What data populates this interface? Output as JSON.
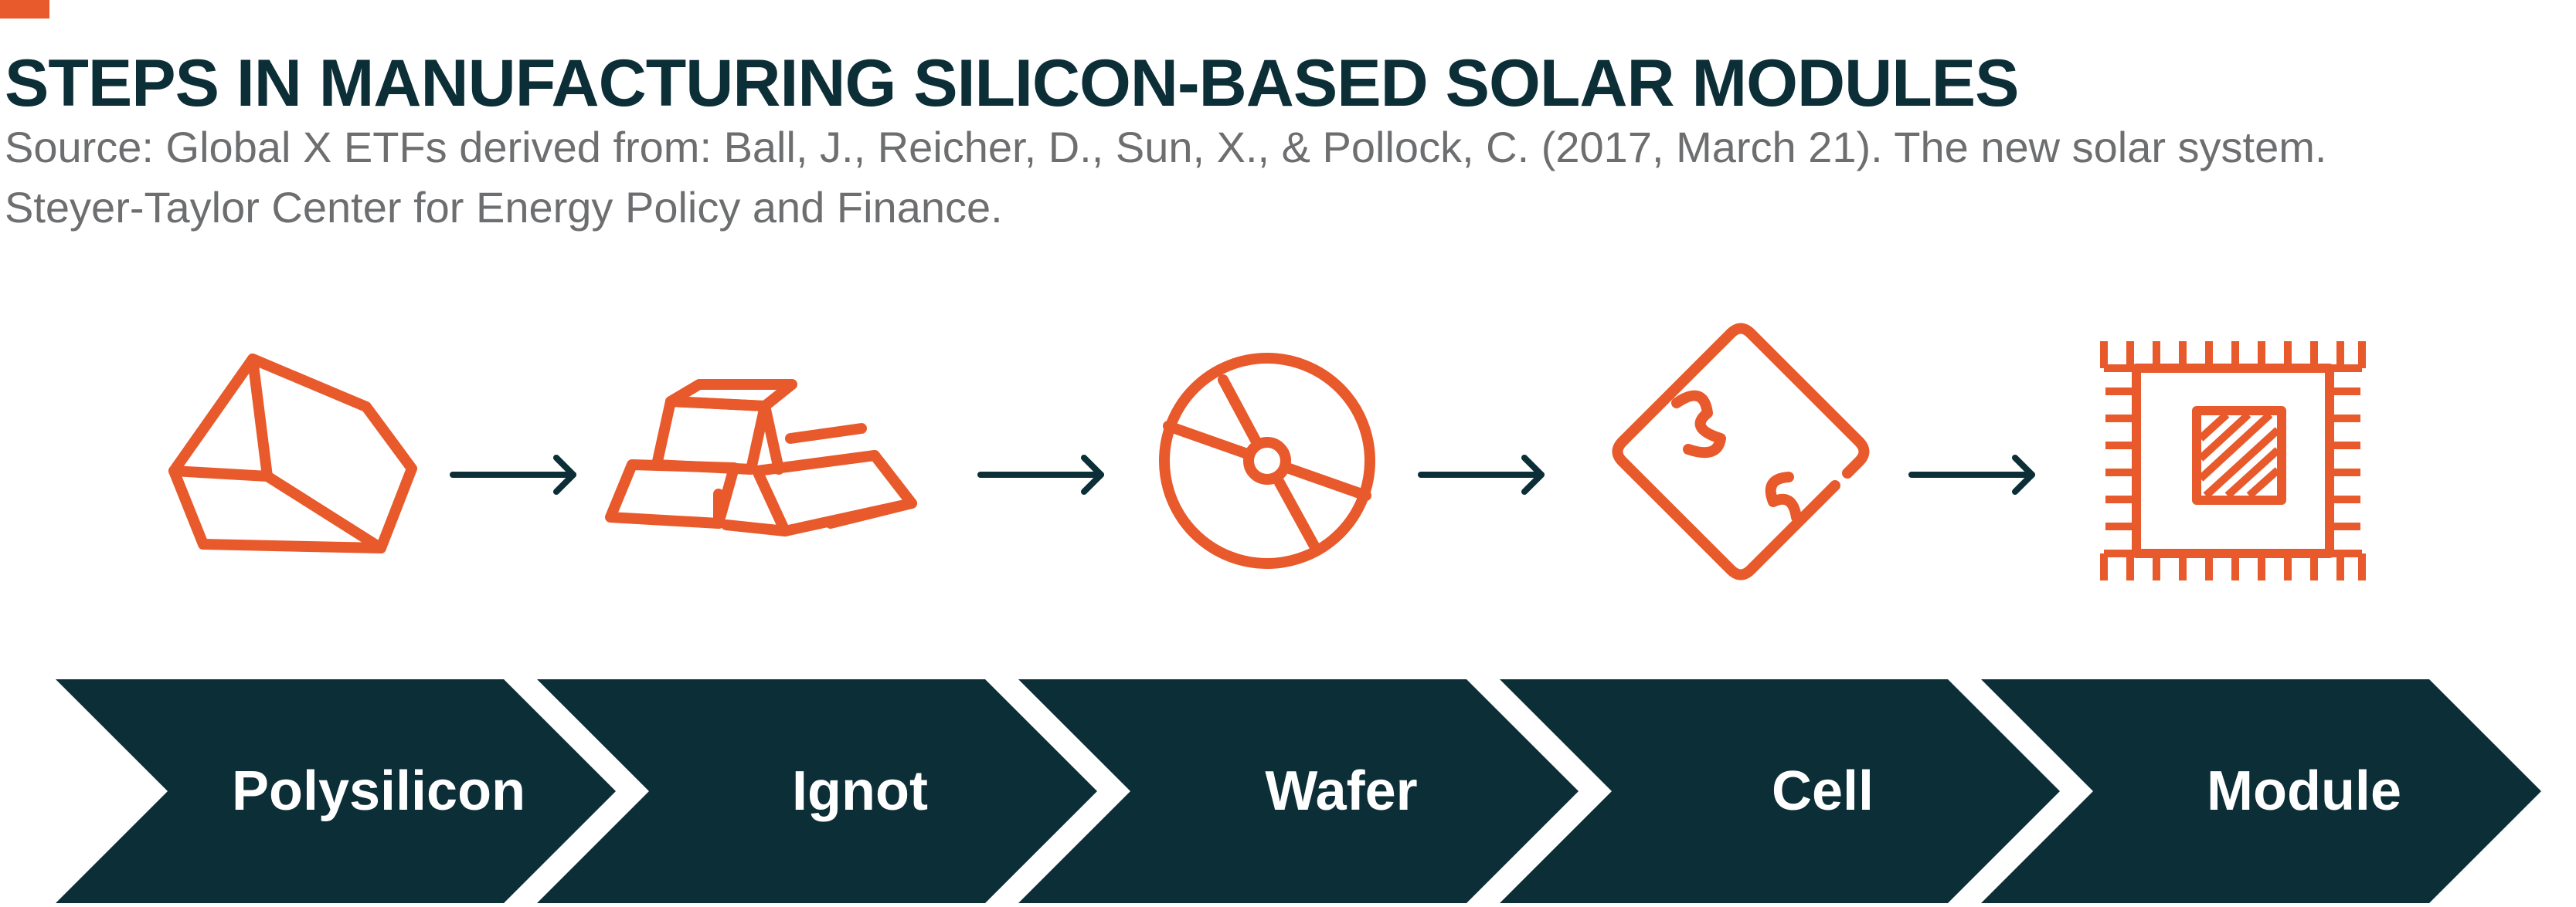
{
  "title": "STEPS IN MANUFACTURING SILICON-BASED SOLAR MODULES",
  "source_line1": "Source: Global X ETFs derived from: Ball, J., Reicher, D., Sun, X., & Pollock, C. (2017, March 21). The new solar system.",
  "source_line2": "Steyer-Taylor Center for Energy Policy and Finance.",
  "colors": {
    "accent": "#e85a2b",
    "navy": "#0c2e37",
    "source_text": "#6d6e70"
  },
  "steps": [
    {
      "label": "Polysilicon",
      "icon": "polysilicon-rock-icon"
    },
    {
      "label": "Ignot",
      "icon": "ingot-stack-icon"
    },
    {
      "label": "Wafer",
      "icon": "wafer-disc-icon"
    },
    {
      "label": "Cell",
      "icon": "cell-puzzle-icon"
    },
    {
      "label": "Module",
      "icon": "module-chip-icon"
    }
  ]
}
